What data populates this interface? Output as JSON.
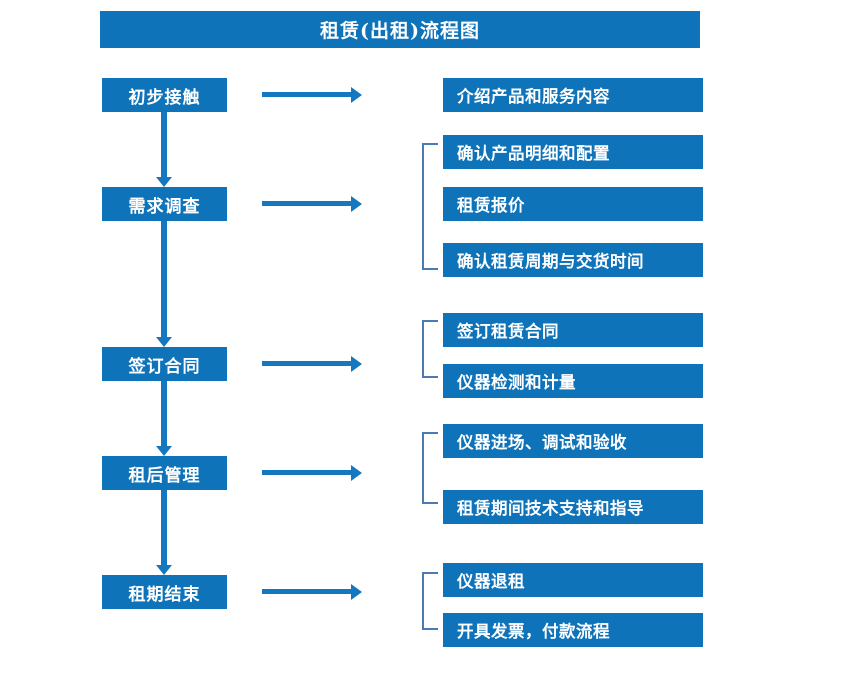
{
  "chart_data": {
    "type": "diagram",
    "title": "租赁(出租)流程图",
    "diagram_kind": "flowchart",
    "orientation": "vertical-with-side-details",
    "accent_color": "#0f73ba",
    "arrow_color": "#1477bf",
    "bracket_color": "#4a7cb3",
    "background_color": "#ffffff"
  },
  "header": {
    "title": "租赁(出租)流程图"
  },
  "stages": [
    {
      "id": "stage-1",
      "label": "初步接触"
    },
    {
      "id": "stage-2",
      "label": "需求调查"
    },
    {
      "id": "stage-3",
      "label": "签订合同"
    },
    {
      "id": "stage-4",
      "label": "租后管理"
    },
    {
      "id": "stage-5",
      "label": "租期结束"
    }
  ],
  "details": [
    {
      "id": "detail-1",
      "label": "介绍产品和服务内容",
      "group": 1
    },
    {
      "id": "detail-2",
      "label": "确认产品明细和配置",
      "group": 2
    },
    {
      "id": "detail-3",
      "label": "租赁报价",
      "group": 2
    },
    {
      "id": "detail-4",
      "label": "确认租赁周期与交货时间",
      "group": 2
    },
    {
      "id": "detail-5",
      "label": "签订租赁合同",
      "group": 3
    },
    {
      "id": "detail-6",
      "label": "仪器检测和计量",
      "group": 3
    },
    {
      "id": "detail-7",
      "label": "仪器进场、调试和验收",
      "group": 4
    },
    {
      "id": "detail-8",
      "label": "租赁期间技术支持和指导",
      "group": 4
    },
    {
      "id": "detail-9",
      "label": "仪器退租",
      "group": 5
    },
    {
      "id": "detail-10",
      "label": "开具发票，付款流程",
      "group": 5
    }
  ],
  "connectors": {
    "vertical_arrow_count": 4,
    "horizontal_arrow_count": 5,
    "bracket_count": 4
  }
}
